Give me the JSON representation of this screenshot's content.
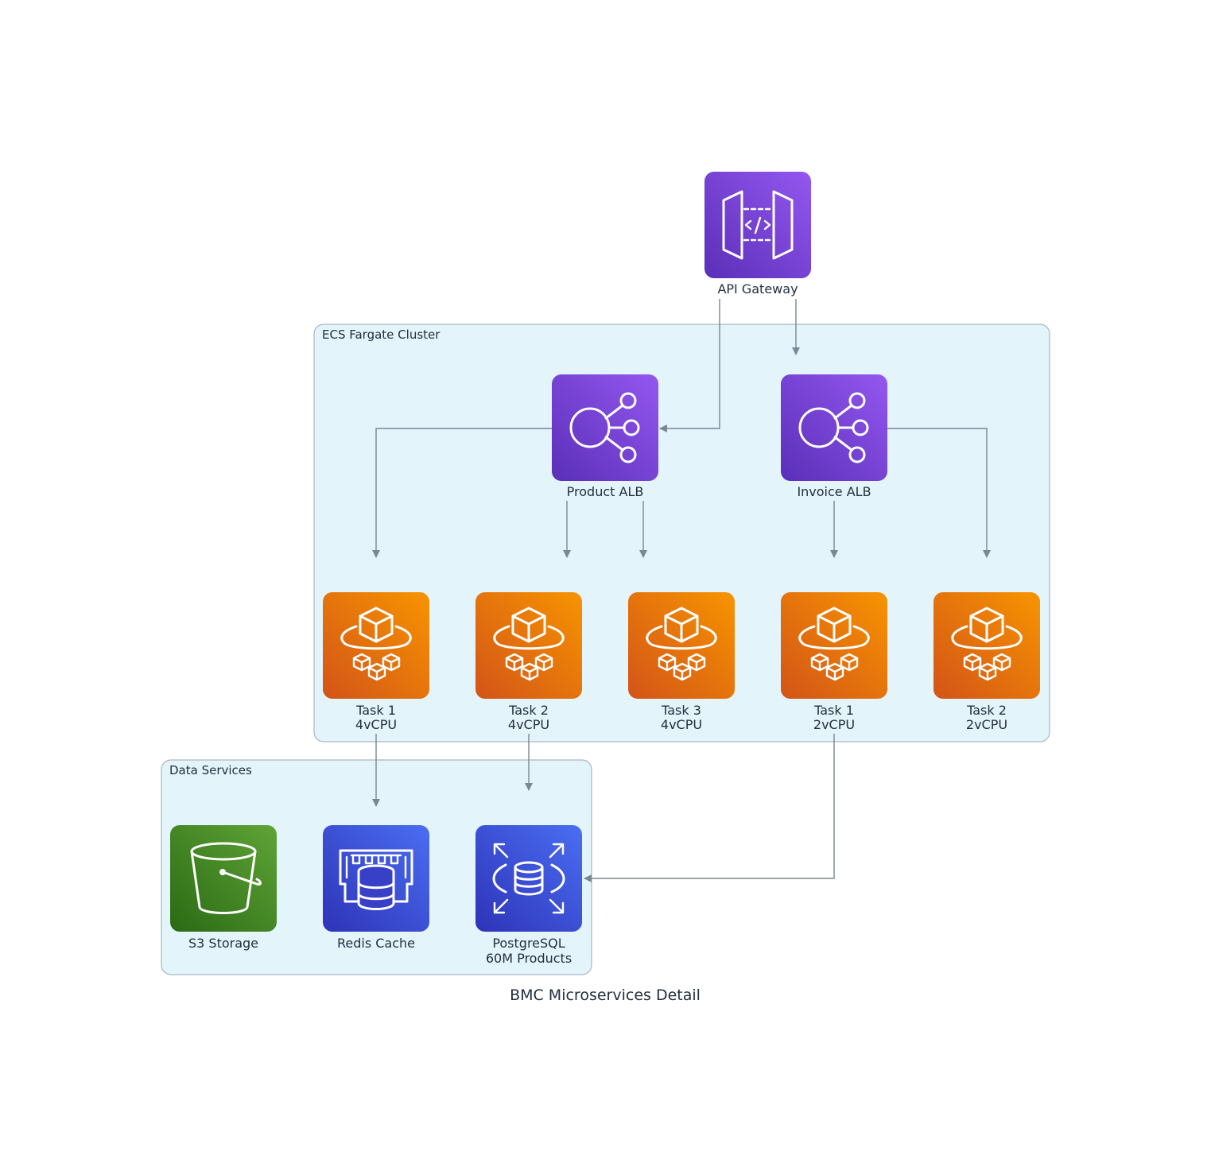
{
  "diagram": {
    "title": "BMC Microservices Detail",
    "groups": {
      "ecs_cluster": "ECS Fargate Cluster",
      "data_services": "Data Services"
    },
    "nodes": {
      "api_gateway": {
        "label": "API Gateway",
        "icon": "api-gateway-icon"
      },
      "product_alb": {
        "label": "Product ALB",
        "icon": "load-balancer-icon"
      },
      "invoice_alb": {
        "label": "Invoice ALB",
        "icon": "load-balancer-icon"
      },
      "product_task_1": {
        "line1": "Task 1",
        "line2": "4vCPU",
        "icon": "fargate-icon"
      },
      "product_task_2": {
        "line1": "Task 2",
        "line2": "4vCPU",
        "icon": "fargate-icon"
      },
      "product_task_3": {
        "line1": "Task 3",
        "line2": "4vCPU",
        "icon": "fargate-icon"
      },
      "invoice_task_1": {
        "line1": "Task 1",
        "line2": "2vCPU",
        "icon": "fargate-icon"
      },
      "invoice_task_2": {
        "line1": "Task 2",
        "line2": "2vCPU",
        "icon": "fargate-icon"
      },
      "s3_storage": {
        "label": "S3 Storage",
        "icon": "s3-bucket-icon"
      },
      "redis_cache": {
        "label": "Redis Cache",
        "icon": "elasticache-icon"
      },
      "postgresql": {
        "line1": "PostgreSQL",
        "line2": "60M Products",
        "icon": "rds-database-icon"
      }
    },
    "edges": [
      {
        "from": "api_gateway",
        "to": "product_alb"
      },
      {
        "from": "api_gateway",
        "to": "invoice_alb"
      },
      {
        "from": "product_alb",
        "to": "product_task_1"
      },
      {
        "from": "product_alb",
        "to": "product_task_2"
      },
      {
        "from": "product_alb",
        "to": "product_task_3"
      },
      {
        "from": "invoice_alb",
        "to": "invoice_task_1"
      },
      {
        "from": "invoice_alb",
        "to": "invoice_task_2"
      },
      {
        "from": "product_task_1",
        "to": "redis_cache"
      },
      {
        "from": "product_task_2",
        "to": "postgresql"
      },
      {
        "from": "invoice_task_1",
        "to": "postgresql"
      }
    ],
    "colors": {
      "purple_top": "#9457f0",
      "purple_bottom": "#5a2fb8",
      "orange_top": "#f79400",
      "orange_bottom": "#d35418",
      "green_top": "#5fa437",
      "green_bottom": "#2a6a14",
      "blue_top": "#4a6ef2",
      "blue_bottom": "#2e33b8",
      "cluster_fill": "#e3f4fb",
      "cluster_stroke": "#a9b6c2",
      "edge": "#7b8794"
    }
  }
}
